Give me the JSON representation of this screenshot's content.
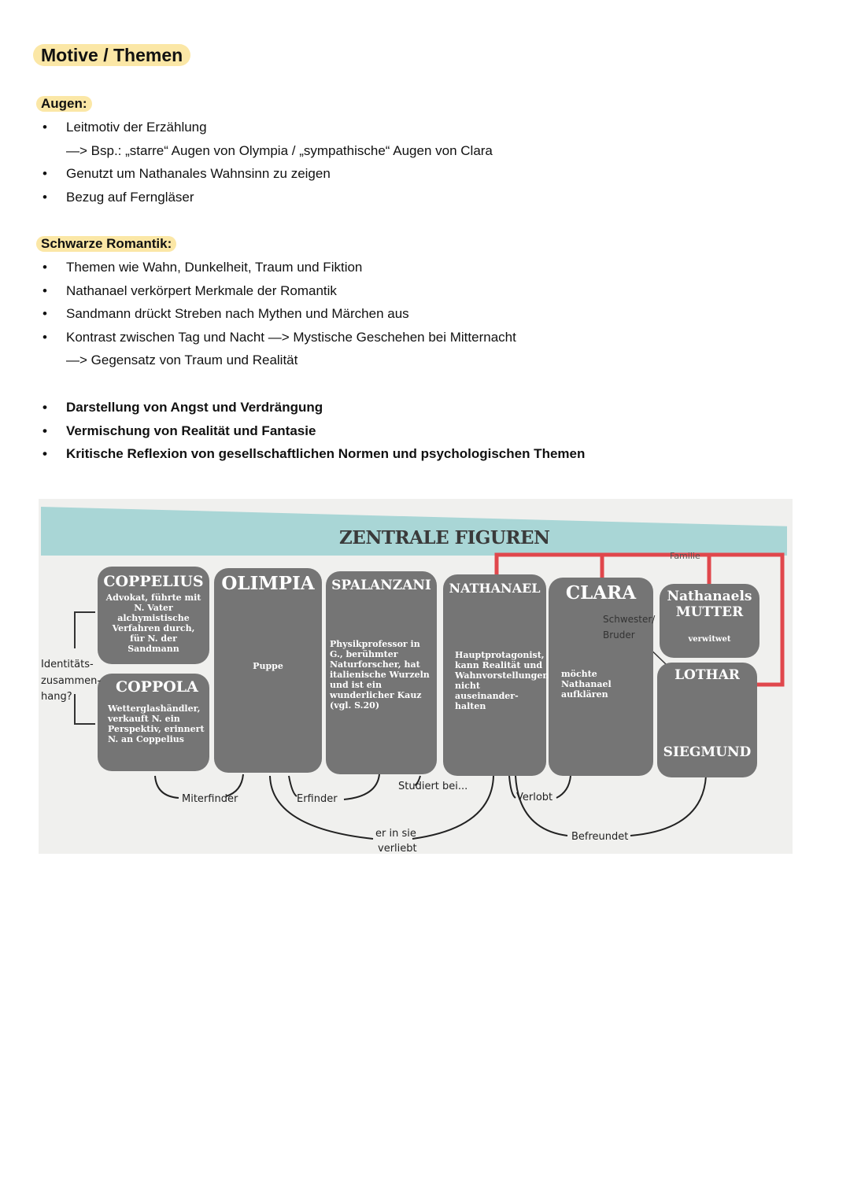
{
  "title": "Motive / Themen",
  "augen": {
    "heading": "Augen:",
    "items": [
      {
        "text": "Leitmotiv der Erzählung",
        "sub": false
      },
      {
        "text": "—> Bsp.: „starre“ Augen von Olympia / „sympathische“ Augen von Clara",
        "sub": true
      },
      {
        "text": "Genutzt um Nathanales Wahnsinn zu zeigen",
        "sub": false
      },
      {
        "text": "Bezug auf Ferngläser",
        "sub": false
      }
    ]
  },
  "romantik": {
    "heading": "Schwarze Romantik:",
    "items": [
      {
        "text": "Themen wie Wahn, Dunkelheit, Traum und Fiktion",
        "sub": false
      },
      {
        "text": "Nathanael verkörpert Merkmale der Romantik",
        "sub": false
      },
      {
        "text": "Sandmann drückt Streben nach Mythen und Märchen aus",
        "sub": false
      },
      {
        "text": "Kontrast zwischen Tag und Nacht —> Mystische Geschehen bei Mitternacht",
        "sub": false
      },
      {
        "text": "—> Gegensatz von Traum und Realität",
        "sub": true
      }
    ]
  },
  "bold_points": [
    "Darstellung von Angst und Verdrängung",
    "Vermischung von Realität und Fantasie",
    "Kritische Reflexion von gesellschaftlichen Normen und psychologischen Themen"
  ],
  "figure": {
    "title": "ZENTRALE FIGUREN",
    "cards": {
      "coppelius": {
        "name": "COPPELIUS",
        "desc": "Advokat, führte mit N. Vater alchymistische Verfahren durch, für N. der Sandmann"
      },
      "coppola": {
        "name": "COPPOLA",
        "desc": "Wetterglashändler, verkauft N. ein Perspektiv, erinnert N. an Coppelius"
      },
      "olimpia": {
        "name": "OLIMPIA",
        "desc": "Puppe"
      },
      "spalanzani": {
        "name": "SPALANZANI",
        "desc": "Physikprofessor in G., berühmter Naturforscher, hat italienische Wurzeln und ist ein wunderlicher Kauz (vgl. S.20)"
      },
      "nathanael": {
        "name": "NATHANAEL",
        "desc": "Hauptprotagonist, kann Realität und Wahnvorstellungen nicht auseinander- halten"
      },
      "clara": {
        "name": "CLARA",
        "desc": "möchte Nathanael aufklären"
      },
      "mutter": {
        "name1": "Nathanaels",
        "name2": "MUTTER",
        "desc": "verwitwet"
      },
      "lothar": {
        "name": "LOTHAR"
      },
      "siegmund": {
        "name": "SIEGMUND"
      }
    },
    "labels": {
      "identitaet1": "Identitäts-",
      "identitaet2": "zusammen-",
      "identitaet3": "hang?",
      "familie": "Familie",
      "schwester1": "Schwester/",
      "schwester2": "Bruder",
      "miterfinder": "Miterfinder",
      "erfinder": "Erfinder",
      "studiert": "Studiert bei...",
      "verliebt1": "er in sie",
      "verliebt2": "verliebt",
      "verlobt": "Verlobt",
      "befreundet": "Befreundet"
    },
    "colors": {
      "card": "#757575",
      "banner": "#a9d6d6",
      "family_line": "#e0474c"
    }
  }
}
